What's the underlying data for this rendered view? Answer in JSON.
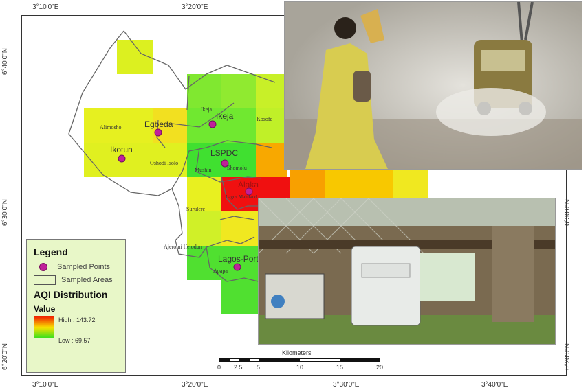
{
  "map": {
    "longitude_labels": [
      "3°10'0\"E",
      "3°20'0\"E",
      "3°30'0\"E",
      "3°40'0\"E"
    ],
    "latitude_labels": [
      "6°40'0\"N",
      "6°30'0\"N",
      "6°20'0\"N"
    ],
    "area_labels": [
      "Alimosho",
      "Oshodi Isolo",
      "Ikeja",
      "Kosofe",
      "Mushin",
      "Shomolu",
      "Surulere",
      "Ajeromi Ifelodun",
      "Apapa",
      "Lagos Mainland"
    ],
    "point_labels": [
      "Egbeda",
      "Ikotun",
      "Ikeja",
      "LSPDC",
      "Alaka",
      "Lagos-Port"
    ],
    "colors": {
      "high": "#f02000",
      "mid": "#f8e000",
      "low": "#30e020",
      "point": "#c0209a"
    }
  },
  "legend": {
    "title": "Legend",
    "sampled_points": "Sampled Points",
    "sampled_areas": "Sampled Areas",
    "aqi_title": "AQI Distribution",
    "value_label": "Value",
    "high": "High : 143.72",
    "low": "Low : 69.57"
  },
  "scale_bar": {
    "unit": "Kilometers",
    "ticks": [
      "0",
      "2.5",
      "5",
      "10",
      "15",
      "20"
    ]
  },
  "photos": [
    "woman-walking-in-vehicle-exhaust-smoke",
    "air-quality-monitor-on-fence"
  ]
}
